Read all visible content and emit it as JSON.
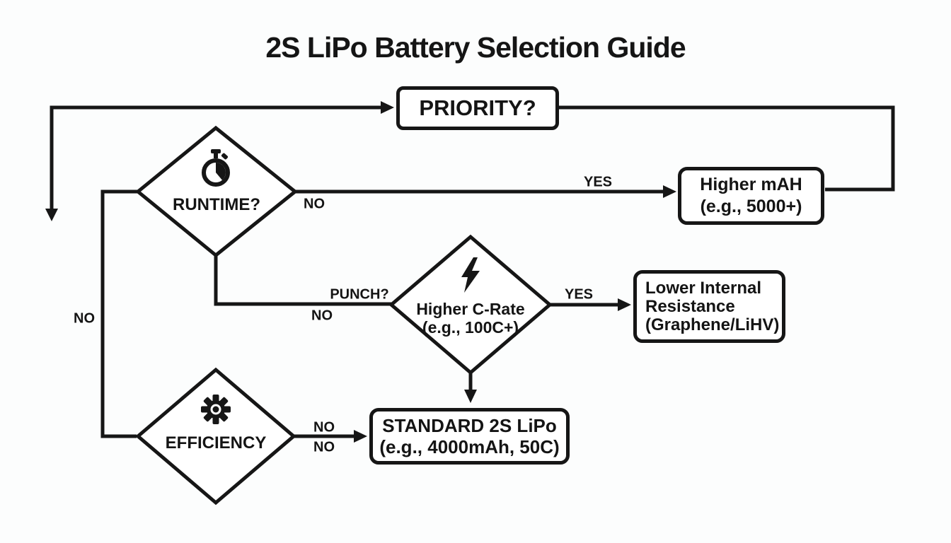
{
  "title": "2S LiPo Battery Selection Guide",
  "nodes": {
    "priority": {
      "label": "PRIORITY?"
    },
    "runtime": {
      "label": "RUNTIME?",
      "icon": "stopwatch-icon"
    },
    "c_rate": {
      "line1": "Higher C-Rate",
      "line2": "(e.g., 100C+)",
      "icon": "lightning-icon"
    },
    "efficiency": {
      "label": "EFFICIENCY",
      "icon": "gear-icon"
    },
    "higher_mah": {
      "line1": "Higher mAH",
      "line2": "(e.g., 5000+)"
    },
    "lower_ir": {
      "line1": "Lower Internal",
      "line2": "Resistance",
      "line3": "(Graphene/LiHV)"
    },
    "standard": {
      "line1": "STANDARD 2S LiPo",
      "line2": "(e.g., 4000mAh, 50C)"
    }
  },
  "edge_labels": {
    "runtime_no": "NO",
    "runtime_yes": "YES",
    "punch_question": "PUNCH?",
    "punch_no": "NO",
    "punch_yes": "YES",
    "left_no": "NO",
    "efficiency_no_top": "NO",
    "efficiency_no_bottom": "NO"
  },
  "colors": {
    "stroke": "#161616",
    "text": "#141414",
    "background": "#fcfdfd",
    "node_fill": "#ffffff"
  }
}
